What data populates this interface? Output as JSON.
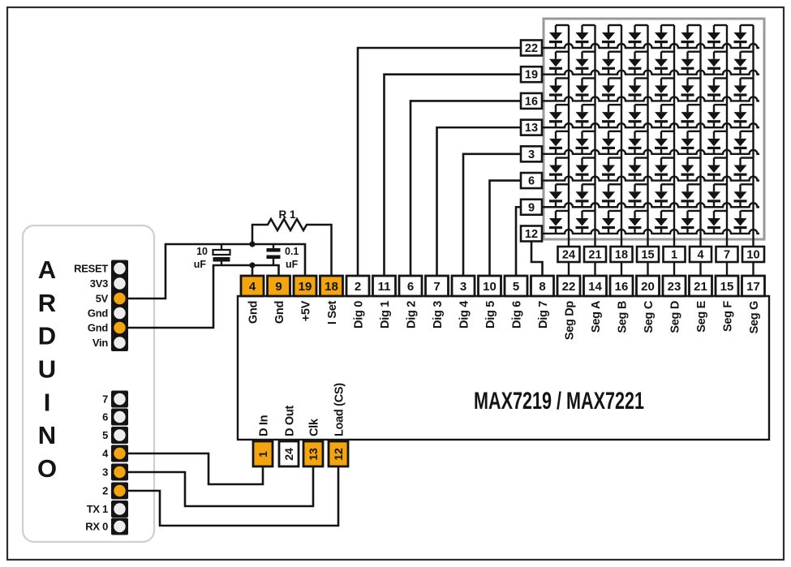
{
  "colors": {
    "highlight_orange": "#F2A50F",
    "wire_black": "#141414",
    "matrix_frame_grey": "#9A9A9A",
    "board_border_grey": "#CFCFCF",
    "pin_hole_grey": "#EDEDED",
    "frame_dark": "#2E2E2E"
  },
  "arduino": {
    "name": "ARDUINO",
    "letters": [
      "A",
      "R",
      "D",
      "U",
      "I",
      "N",
      "O"
    ],
    "power_pins": [
      {
        "label": "RESET",
        "active": false
      },
      {
        "label": "3V3",
        "active": false
      },
      {
        "label": "5V",
        "active": true
      },
      {
        "label": "Gnd",
        "active": false
      },
      {
        "label": "Gnd",
        "active": true
      },
      {
        "label": "Vin",
        "active": false
      }
    ],
    "digital_pins": [
      {
        "label": "7",
        "active": false
      },
      {
        "label": "6",
        "active": false
      },
      {
        "label": "5",
        "active": false
      },
      {
        "label": "4",
        "active": true
      },
      {
        "label": "3",
        "active": true
      },
      {
        "label": "2",
        "active": true
      },
      {
        "label": "TX 1",
        "active": false
      },
      {
        "label": "RX 0",
        "active": false
      }
    ]
  },
  "components": {
    "resistor_label": "R 1",
    "cap_10uf": {
      "value": "10",
      "unit": "uF"
    },
    "cap_01uf": {
      "value": "0.1",
      "unit": "uF"
    }
  },
  "chip": {
    "title": "MAX7219 / MAX7221",
    "top_pins": [
      {
        "num": "4",
        "label": "Gnd",
        "active": true
      },
      {
        "num": "9",
        "label": "Gnd",
        "active": true
      },
      {
        "num": "19",
        "label": "+5V",
        "active": true
      },
      {
        "num": "18",
        "label": "I Set",
        "active": true
      },
      {
        "num": "2",
        "label": "Dig 0",
        "active": false
      },
      {
        "num": "11",
        "label": "Dig 1",
        "active": false
      },
      {
        "num": "6",
        "label": "Dig 2",
        "active": false
      },
      {
        "num": "7",
        "label": "Dig 3",
        "active": false
      },
      {
        "num": "3",
        "label": "Dig 4",
        "active": false
      },
      {
        "num": "10",
        "label": "Dig 5",
        "active": false
      },
      {
        "num": "5",
        "label": "Dig 6",
        "active": false
      },
      {
        "num": "8",
        "label": "Dig 7",
        "active": false
      },
      {
        "num": "22",
        "label": "Seg Dp",
        "active": false
      },
      {
        "num": "14",
        "label": "Seg A",
        "active": false
      },
      {
        "num": "16",
        "label": "Seg B",
        "active": false
      },
      {
        "num": "20",
        "label": "Seg C",
        "active": false
      },
      {
        "num": "23",
        "label": "Seg D",
        "active": false
      },
      {
        "num": "21",
        "label": "Seg E",
        "active": false
      },
      {
        "num": "15",
        "label": "Seg F",
        "active": false
      },
      {
        "num": "17",
        "label": "Seg G",
        "active": false
      }
    ],
    "bottom_pins": [
      {
        "num": "1",
        "label": "D In",
        "active": true
      },
      {
        "num": "24",
        "label": "D Out",
        "active": false
      },
      {
        "num": "13",
        "label": "Clk",
        "active": true
      },
      {
        "num": "12",
        "label": "Load (CS)",
        "active": true
      }
    ]
  },
  "matrix": {
    "rows": 8,
    "cols": 8,
    "row_pins": [
      "22",
      "19",
      "16",
      "13",
      "3",
      "6",
      "9",
      "12"
    ],
    "col_pins": [
      "24",
      "21",
      "18",
      "15",
      "1",
      "4",
      "7",
      "10"
    ]
  }
}
